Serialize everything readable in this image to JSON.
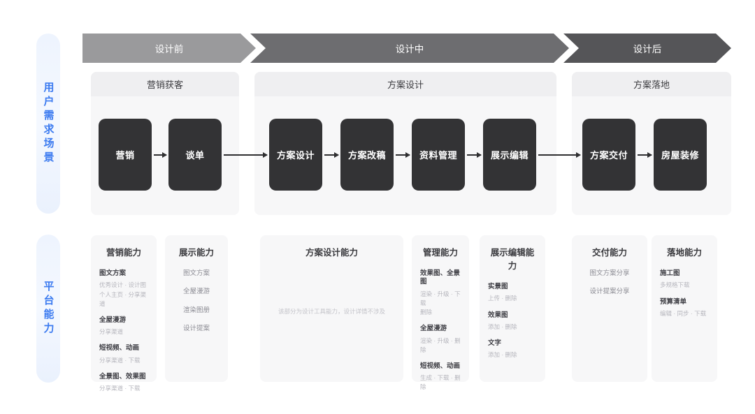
{
  "side_labels": {
    "scenario": "用户需求场景",
    "platform": "平台能力",
    "accent_color": "#3c7bf0"
  },
  "stages": [
    {
      "label": "设计前",
      "color": "#9a9a9c"
    },
    {
      "label": "设计中",
      "color": "#6d6d70"
    },
    {
      "label": "设计后",
      "color": "#555558"
    }
  ],
  "groups": [
    {
      "title": "营销获客"
    },
    {
      "title": "方案设计"
    },
    {
      "title": "方案落地"
    }
  ],
  "nodes": [
    {
      "label": "营销"
    },
    {
      "label": "谈单"
    },
    {
      "label": "方案设计"
    },
    {
      "label": "方案改稿"
    },
    {
      "label": "资料管理"
    },
    {
      "label": "展示编辑"
    },
    {
      "label": "方案交付"
    },
    {
      "label": "房屋装修"
    }
  ],
  "capabilities": [
    {
      "title": "营销能力",
      "style": "grouped",
      "groups": [
        {
          "name": "图文方案",
          "ops": [
            "优秀设计 · 设计图",
            "个人主页 · 分享渠道"
          ]
        },
        {
          "name": "全屋漫游",
          "ops": [
            "分享渠道"
          ]
        },
        {
          "name": "短视频、动画",
          "ops": [
            "分享渠道 · 下载"
          ]
        },
        {
          "name": "全景图、效果图",
          "ops": [
            "分享渠道 · 下载"
          ]
        }
      ]
    },
    {
      "title": "展示能力",
      "style": "plain",
      "items": [
        "图文方案",
        "全屋漫游",
        "渲染图册",
        "设计提案"
      ]
    },
    {
      "title": "方案设计能力",
      "style": "note",
      "note": "该部分为设计工具能力，设计详情不涉及"
    },
    {
      "title": "管理能力",
      "style": "grouped",
      "groups": [
        {
          "name": "效果图、全景图",
          "ops": [
            "渲染 · 升级 · 下载",
            "删除"
          ]
        },
        {
          "name": "全屋漫游",
          "ops": [
            "渲染 · 升级 · 删除"
          ]
        },
        {
          "name": "短视频、动画",
          "ops": [
            "生成 · 下载 · 删除"
          ]
        }
      ]
    },
    {
      "title": "展示编辑能力",
      "style": "grouped",
      "groups": [
        {
          "name": "实景图",
          "ops": [
            "上传 · 删除"
          ]
        },
        {
          "name": "效果图",
          "ops": [
            "添加 · 删除"
          ]
        },
        {
          "name": "文字",
          "ops": [
            "添加 · 删除"
          ]
        }
      ]
    },
    {
      "title": "交付能力",
      "style": "plain",
      "items": [
        "图文方案分享",
        "设计提案分享"
      ]
    },
    {
      "title": "落地能力",
      "style": "grouped",
      "groups": [
        {
          "name": "施工图",
          "ops": [
            "多规格下载"
          ]
        },
        {
          "name": "预算清单",
          "ops": [
            "编辑 · 同步 · 下载"
          ]
        }
      ]
    }
  ]
}
